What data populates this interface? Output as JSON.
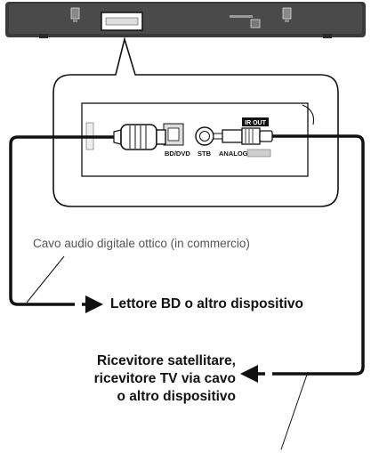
{
  "device": {
    "port_labels": {
      "bd_dvd": "BD/DVD",
      "stb": "STB",
      "analog": "ANALOG",
      "ir_out": "IR OUT"
    }
  },
  "cable_label": "Cavo audio digitale ottico (in commercio)",
  "destinations": {
    "bd_player": "Lettore BD o altro dispositivo",
    "satellite_lines": [
      "Ricevitore satellitare,",
      "ricevitore TV via cavo",
      "o altro dispositivo"
    ]
  },
  "colors": {
    "device_body": "#3a3a3a",
    "line": "#111111",
    "panel_fill": "#ffffff"
  }
}
